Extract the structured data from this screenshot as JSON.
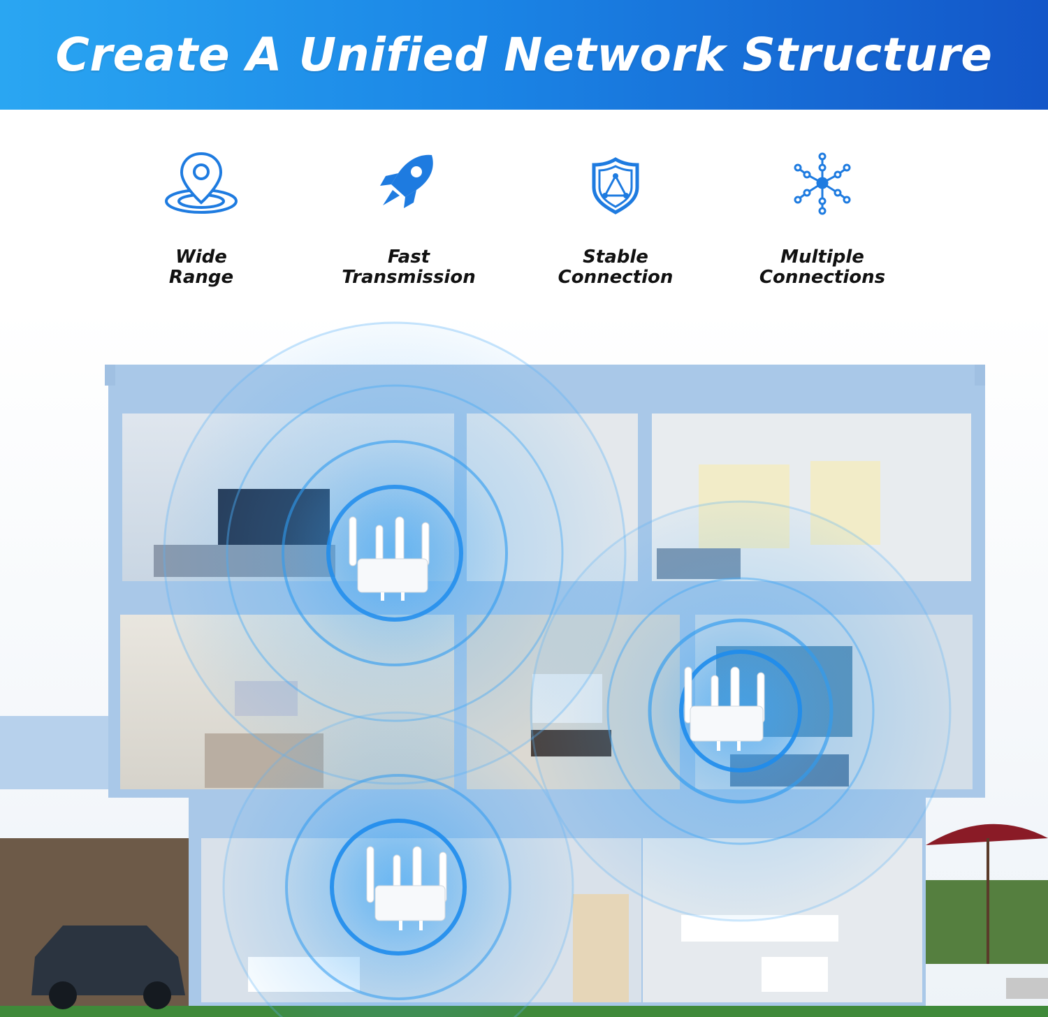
{
  "banner": {
    "title": "Create A Unified Network Structure"
  },
  "features": [
    {
      "icon": "location-pin-icon",
      "line1": "Wide",
      "line2": "Range"
    },
    {
      "icon": "rocket-icon",
      "line1": "Fast",
      "line2": "Transmission"
    },
    {
      "icon": "shield-network-icon",
      "line1": "Stable",
      "line2": "Connection"
    },
    {
      "icon": "network-nodes-icon",
      "line1": "Multiple",
      "line2": "Connections"
    }
  ],
  "colors": {
    "accent": "#1b86e6",
    "icon_blue": "#1e7be0",
    "building": "#a9c8e8",
    "signal": "#2f9bf0"
  }
}
